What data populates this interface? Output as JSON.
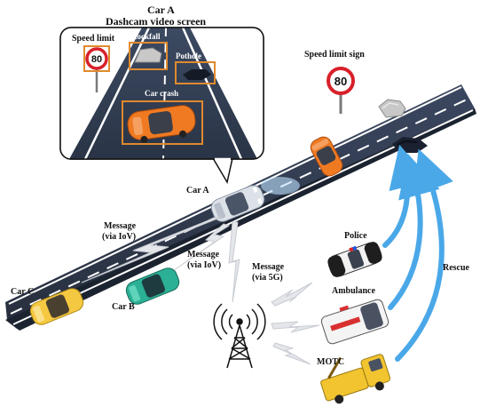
{
  "dashcam": {
    "title_line1": "Car A",
    "title_line2": "Dashcam video screen",
    "speed_limit_label": "Speed limit",
    "speed_limit_value": "80",
    "rockfall_label": "Rockfall",
    "pothole_label": "Pothole",
    "car_crash_label": "Car crash"
  },
  "road": {
    "speed_limit_sign_label": "Speed limit  sign",
    "speed_limit_sign_value": "80",
    "car_a_label": "Car A",
    "car_b_label": "Car B",
    "car_c_label": "Car C"
  },
  "messages": {
    "iov_left_line1": "Message",
    "iov_left_line2": "(via IoV)",
    "iov_mid_line1": "Message",
    "iov_mid_line2": "(via IoV)",
    "fiveg_line1": "Message",
    "fiveg_line2": "(via 5G)"
  },
  "responders": {
    "police_label": "Police",
    "ambulance_label": "Ambulance",
    "motc_label": "MOTC",
    "rescue_label": "Rescue"
  },
  "colors": {
    "road": "#2f3a4e",
    "lane": "#ffffff",
    "box": "#e08a2e",
    "arrow": "#4aa8e8",
    "sign_red": "#d8202a"
  }
}
